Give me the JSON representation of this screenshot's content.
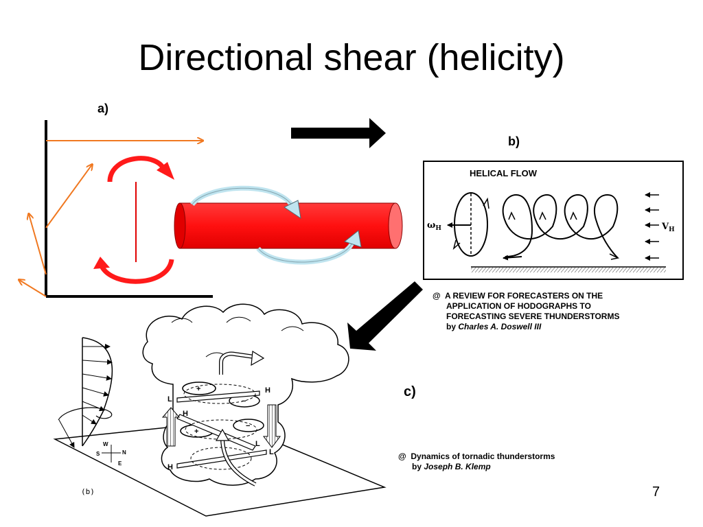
{
  "title": "Directional shear (helicity)",
  "panel_labels": {
    "a": "a)",
    "b": "b)",
    "c": "c)"
  },
  "helical_flow": {
    "heading": "HELICAL FLOW",
    "omega_label": "ω",
    "omega_sub": "H",
    "v_label": "V",
    "v_sub": "H"
  },
  "citation1": {
    "at": "@",
    "line1": "A REVIEW FOR FORECASTERS ON THE",
    "line2": "APPLICATION OF HODOGRAPHS TO",
    "line3": "FORECASTING SEVERE THUNDERSTORMS",
    "by": "by",
    "author": "Charles A. Doswell III"
  },
  "citation2": {
    "at": "@",
    "line1": "Dynamics of tornadic thunderstorms",
    "by": "by",
    "author": "Joseph B. Klemp"
  },
  "storm_diagram": {
    "sub_label": "(b)",
    "H": "H",
    "L": "L",
    "plus": "+",
    "minus": "−",
    "compass": {
      "n": "N",
      "s": "S",
      "e": "E",
      "w": "W"
    }
  },
  "page_number": "7",
  "colors": {
    "orange": "#f07820",
    "red": "#ff1a1a",
    "dark_red": "#c80000",
    "light_blue": "#bfe4ef",
    "black": "#000000"
  }
}
